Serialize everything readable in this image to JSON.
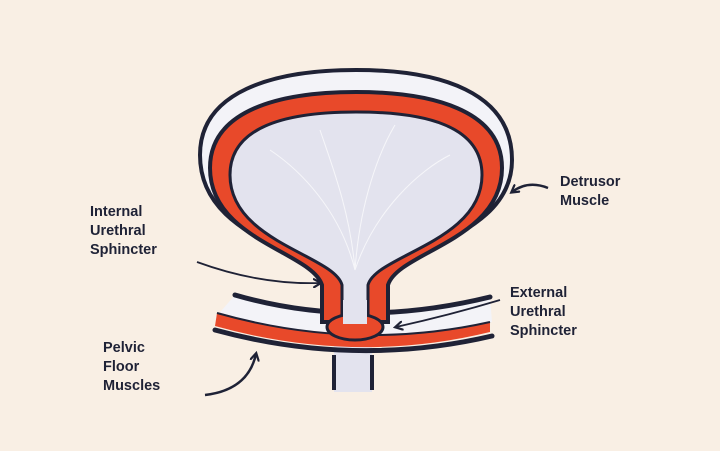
{
  "labels": {
    "detrusor": "Detrusor\nMuscle",
    "internal": "Internal\nUrethral\nSphincter",
    "external": "External\nUrethral\nSphincter",
    "pelvic": "Pelvic\nFloor\nMuscles"
  },
  "colors": {
    "background": "#f9efe4",
    "muscle": "#e8492a",
    "outline": "#1f2236",
    "lumen": "#e3e3ee",
    "outer_wall": "#f3f3f8"
  }
}
